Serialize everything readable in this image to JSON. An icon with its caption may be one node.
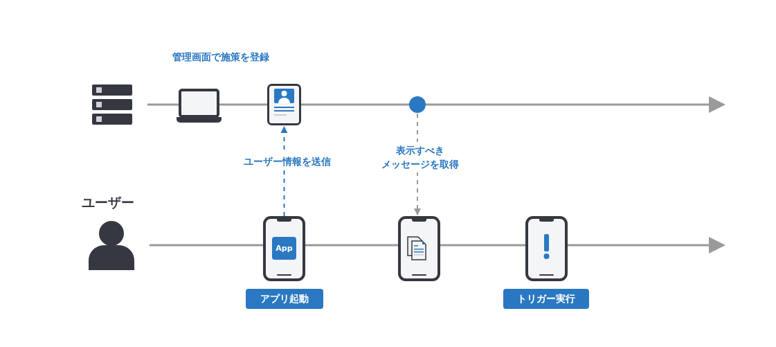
{
  "diagram": {
    "nodes": [
      {
        "text": [],
        "shape": "picture"
      },
      {
        "text": [],
        "shape": "laptop",
        "beside": [
          "管理画面で施策を登録"
        ]
      },
      {
        "text": [],
        "shape": "picture"
      },
      {
        "text": [],
        "shape": "circle"
      },
      {
        "text": [
          "ユーザー"
        ]
      },
      {
        "text": [
          "App"
        ],
        "beside": [
          "アプリ起動"
        ]
      },
      {
        "text": [],
        "shape": "picture"
      },
      {
        "text": [],
        "shape": "picture",
        "beside": [
          "トリガー実行"
        ]
      }
    ],
    "edges": [
      {
        "from": 0,
        "to": null,
        "arrow": "to"
      },
      {
        "from": 4,
        "to": null,
        "arrow": "to"
      },
      {
        "from": 5,
        "to": 2,
        "arrow": "to",
        "label": "ユーザー情報を送信",
        "style": "dashed",
        "color": "#2a78c2"
      },
      {
        "from": 3,
        "to": 6,
        "arrow": "to",
        "label": "表示すべきメッセージを取得",
        "style": "dashed"
      }
    ]
  }
}
